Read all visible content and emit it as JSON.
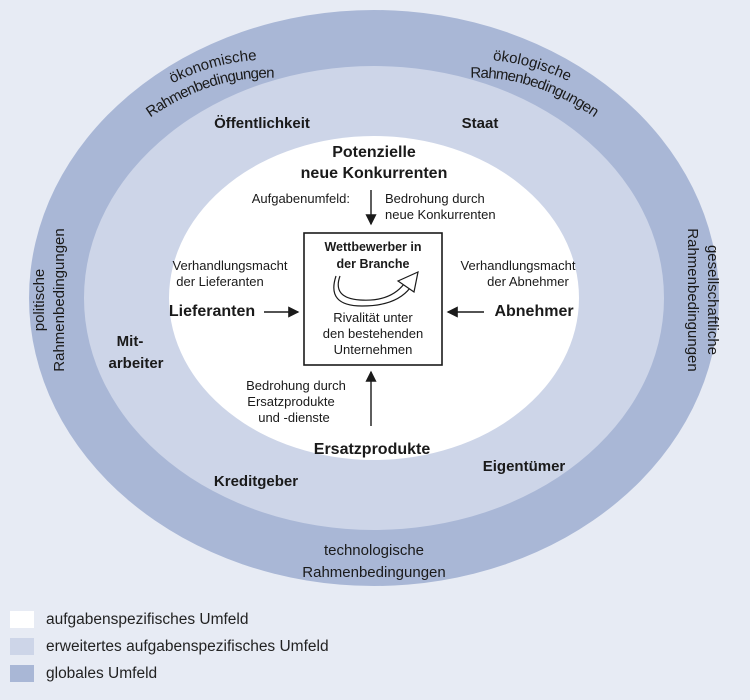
{
  "colors": {
    "background": "#e7ebf4",
    "global": "#a9b7d6",
    "extended": "#cdd5e8",
    "task": "#ffffff",
    "stroke": "#1a1a1a"
  },
  "global_ring": {
    "top_left": [
      "ökonomische",
      "Rahmenbedingungen"
    ],
    "top_right": [
      "ökologische",
      "Rahmenbedingungen"
    ],
    "left": [
      "politische",
      "Rahmenbedingungen"
    ],
    "right": [
      "gesellschaftliche",
      "Rahmenbedingungen"
    ],
    "bottom": [
      "technologische",
      "Rahmenbedingungen"
    ]
  },
  "extended_ring": {
    "public": "Öffentlichkeit",
    "state": "Staat",
    "employees": [
      "Mit-",
      "arbeiter"
    ],
    "creditors": "Kreditgeber",
    "owners": "Eigentümer"
  },
  "task_environment": {
    "potential_entrants": [
      "Potenzielle",
      "neue Konkurrenten"
    ],
    "label_task_env": "Aufgabenumfeld:",
    "threat_new": [
      "Bedrohung durch",
      "neue Konkurrenten"
    ],
    "supplier_power": [
      "Verhandlungsmacht",
      "der Lieferanten"
    ],
    "suppliers": "Lieferanten",
    "buyer_power": [
      "Verhandlungsmacht",
      "der Abnehmer"
    ],
    "buyers": "Abnehmer",
    "threat_substitutes": [
      "Bedrohung durch",
      "Ersatzprodukte",
      "und -dienste"
    ],
    "substitutes": "Ersatzprodukte",
    "center_title": [
      "Wettbewerber in",
      "der Branche"
    ],
    "center_body": [
      "Rivalität unter",
      "den bestehenden",
      "Unternehmen"
    ]
  },
  "legend": [
    {
      "label": "aufgabenspezifisches Umfeld",
      "color": "#ffffff"
    },
    {
      "label": "erweitertes aufgabenspezifisches Umfeld",
      "color": "#cdd5e8"
    },
    {
      "label": "globales Umfeld",
      "color": "#a9b7d6"
    }
  ]
}
